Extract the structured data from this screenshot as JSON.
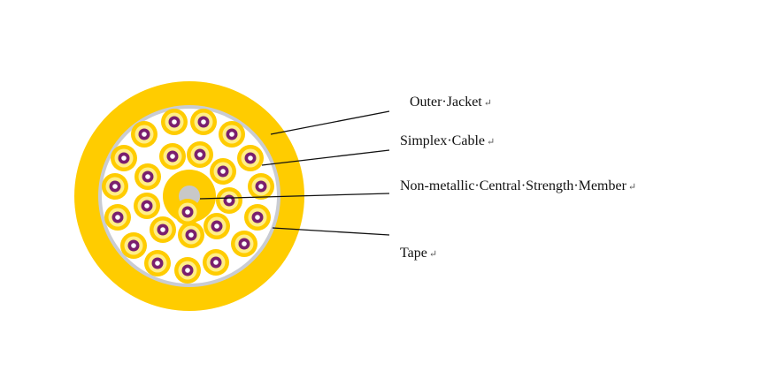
{
  "diagram": {
    "labels": {
      "outer_jacket": "Outer·Jacket",
      "simplex_cable": "Simplex·Cable",
      "central_member": "Non-metallic·Central·Strength·Member",
      "tape": "Tape"
    },
    "paragraph_mark": "↵",
    "colors": {
      "jacket": "#FFCC00",
      "tape": "#C9CCD3",
      "core_fill": "#FFFFFF",
      "simplex_jacket": "#FFCC00",
      "simplex_buffer": "#FFEE88",
      "fiber_ring": "#7A1F6E",
      "fiber_core": "#FFFFFF",
      "strength_member_ring": "#FFCC00",
      "strength_member": "#C8C8C8",
      "leader_line": "#111111"
    },
    "simplex_count": 25
  }
}
